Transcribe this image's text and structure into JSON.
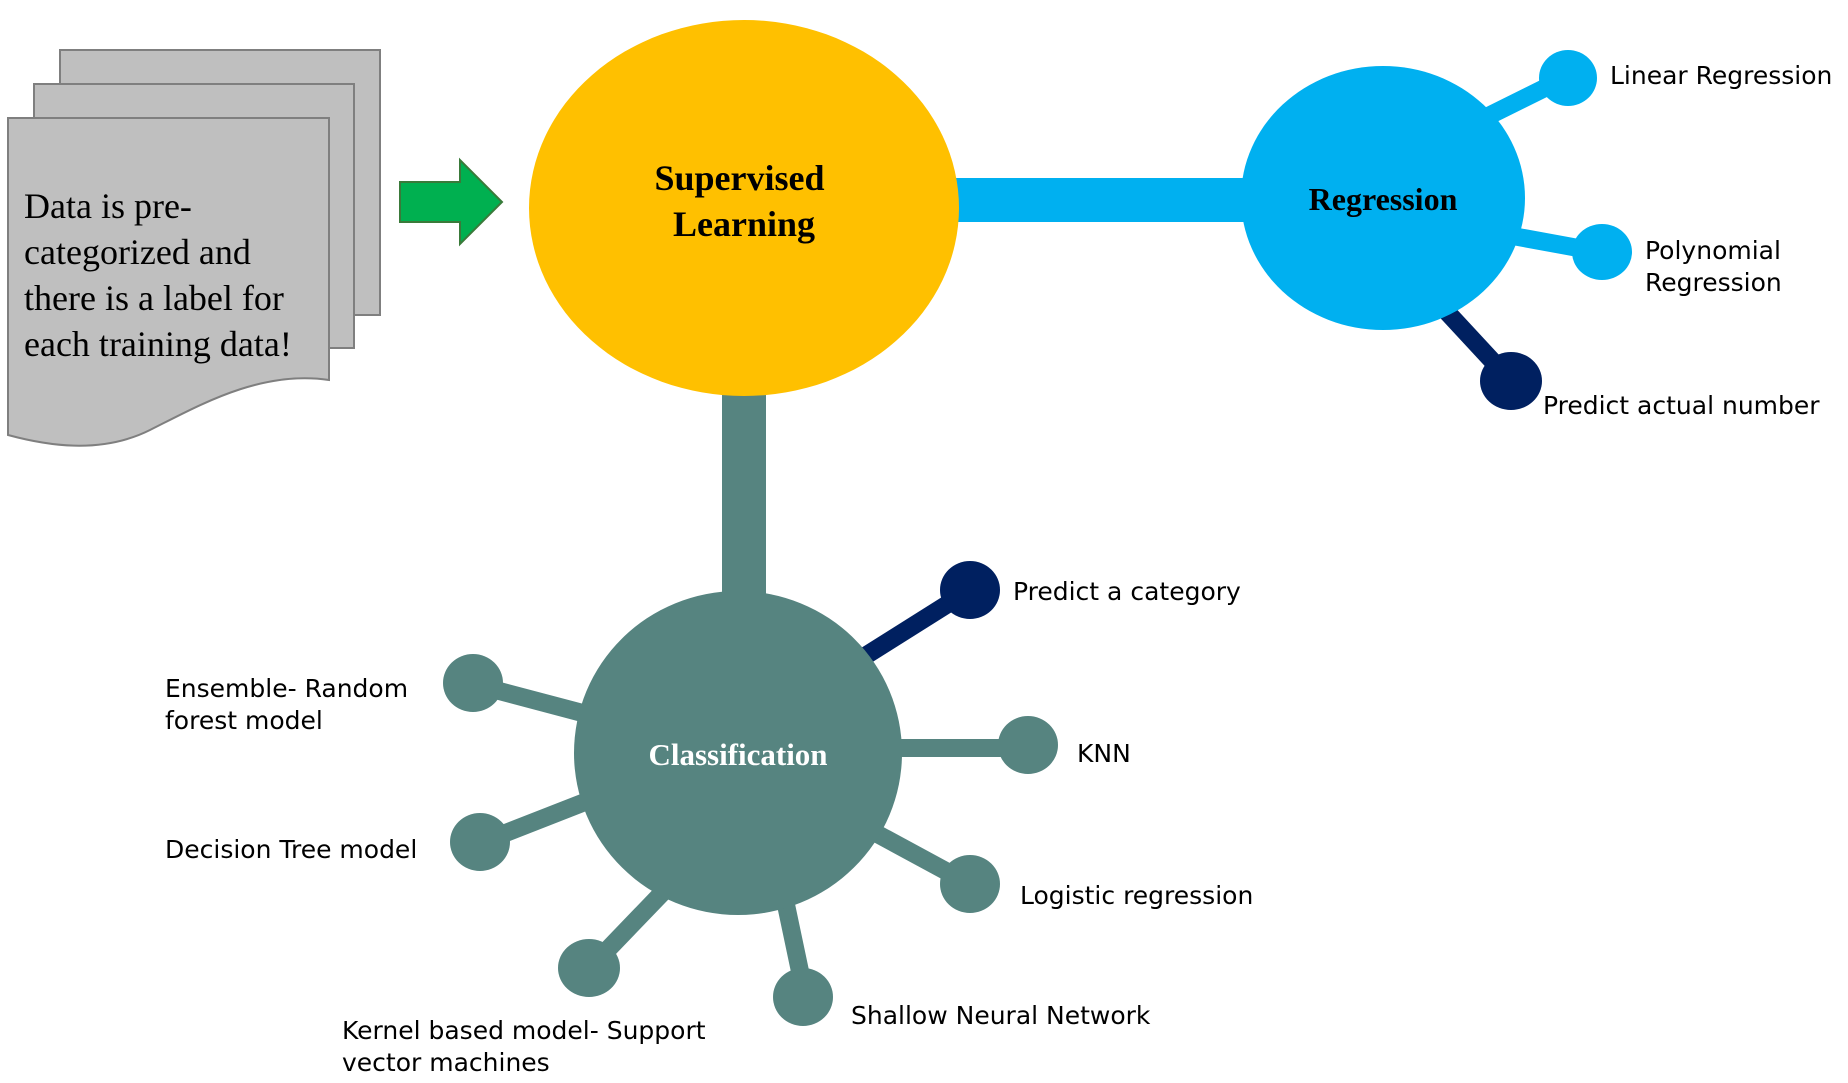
{
  "document_stack": {
    "text_lines": [
      "Data is pre-",
      "categorized and",
      "there is a label for",
      "each training data!"
    ]
  },
  "central_node": {
    "title_lines": [
      "Supervised",
      "Learning"
    ],
    "color": "#FFC000"
  },
  "regression": {
    "title": "Regression",
    "color": "#00B0F0",
    "items": [
      {
        "lines": [
          "Linear Regression"
        ]
      },
      {
        "lines": [
          "Polynomial",
          "Regression"
        ]
      }
    ],
    "note": "Predict actual number",
    "note_color": "#002060"
  },
  "classification": {
    "title": "Classification",
    "color": "#568480",
    "note": "Predict a category",
    "note_color": "#002060",
    "items": [
      {
        "lines": [
          "KNN"
        ]
      },
      {
        "lines": [
          "Logistic regression"
        ]
      },
      {
        "lines": [
          "Shallow Neural Network"
        ]
      },
      {
        "lines": [
          "Kernel based model- Support",
          "vector machines"
        ]
      },
      {
        "lines": [
          "Decision Tree model"
        ]
      },
      {
        "lines": [
          "Ensemble- Random",
          "forest model"
        ]
      }
    ]
  },
  "arrow_color": "#00B050"
}
